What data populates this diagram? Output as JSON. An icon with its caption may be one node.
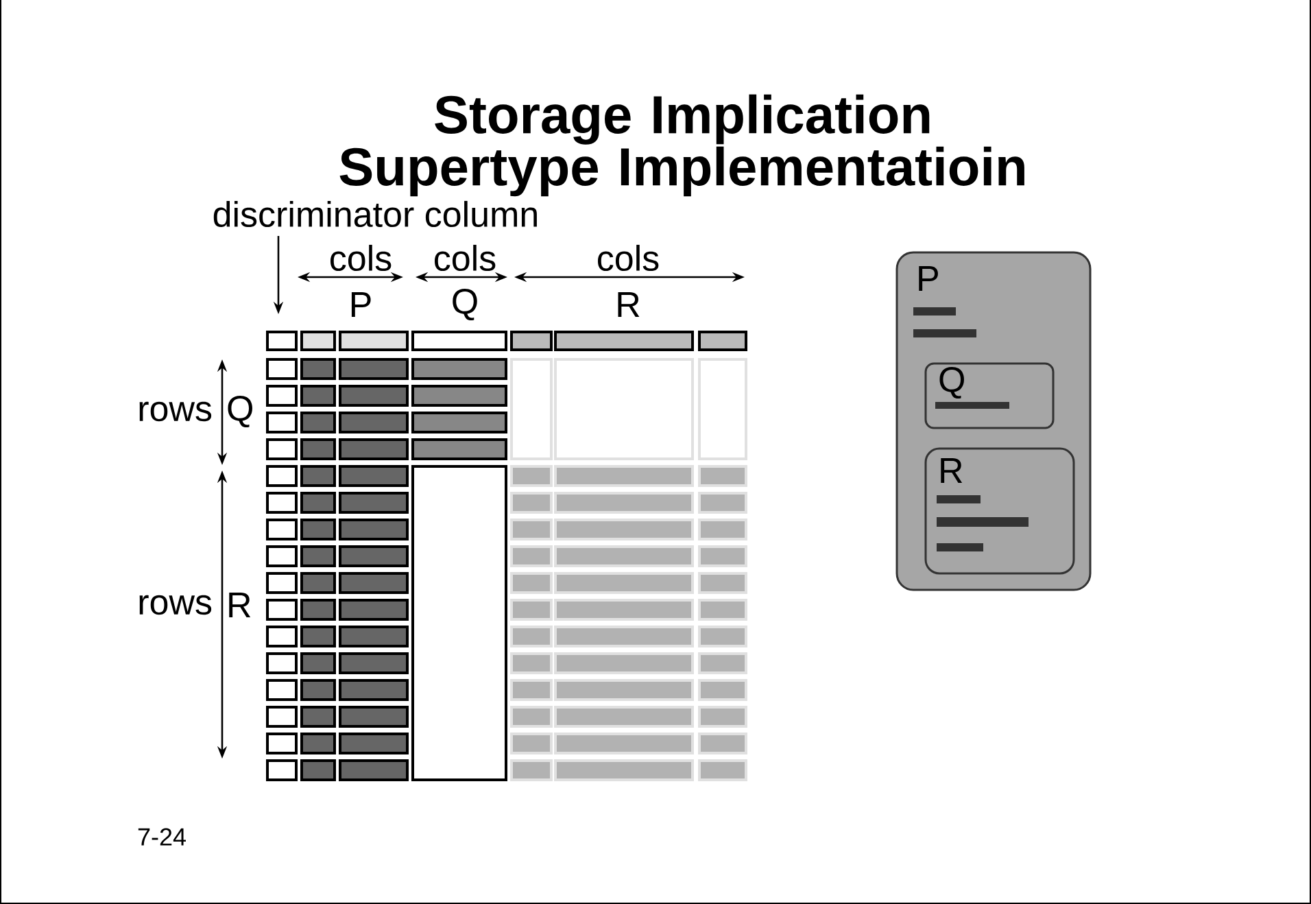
{
  "diagram": {
    "title": "Storage Implication Supertype Implementatioin",
    "nodes": [
      {
        "text": [
          "P"
        ]
      },
      {
        "text": [
          "Q"
        ],
        "in": 0
      },
      {
        "text": [
          "R"
        ],
        "in": 0
      }
    ],
    "labels": [
      "discriminator column",
      "cols",
      "P",
      "cols",
      "Q",
      "cols",
      "R",
      "rows",
      "Q",
      "rows",
      "R",
      "7-24"
    ]
  }
}
